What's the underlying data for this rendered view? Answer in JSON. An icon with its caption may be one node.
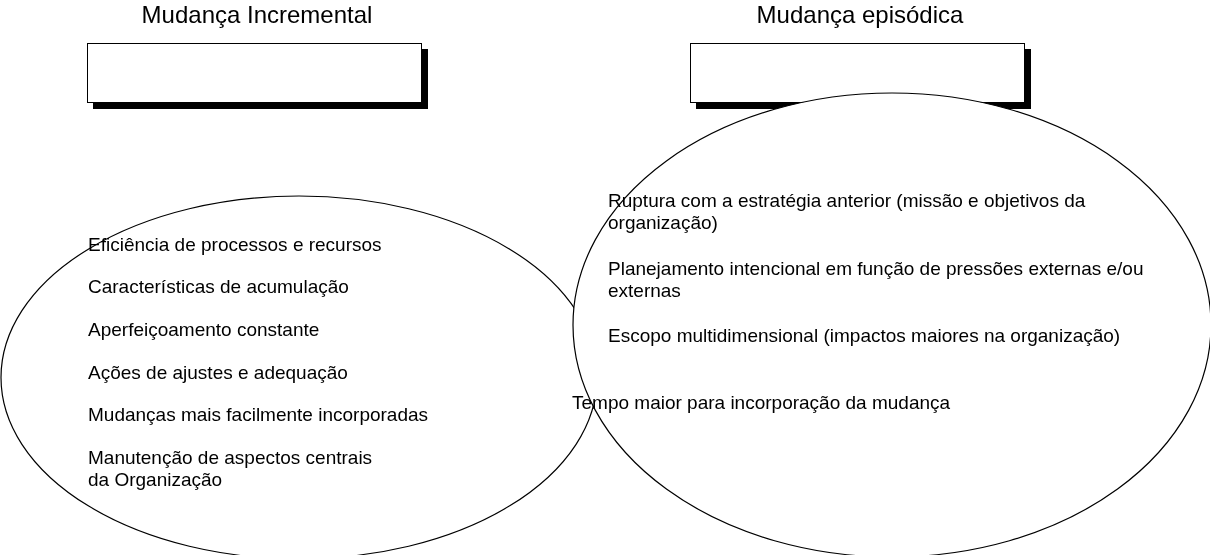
{
  "diagram": {
    "nodes": [
      {
        "text": [
          "Mudança Incremental"
        ]
      },
      {
        "text": [
          "Eficiência de processos e recursos",
          "Características de acumulação",
          "Aperfeiçoamento constante",
          "Ações de ajustes e adequação",
          "Mudanças mais facilmente incorporadas",
          "Manutenção de aspectos centrais da Organização"
        ]
      },
      {
        "text": [
          "Mudança episódica"
        ]
      },
      {
        "text": [
          "Ruptura com a estratégia anterior (missão e objetivos da organização)",
          "Planejamento intencional em função de pressões externas e/ou externas",
          "Escopo multidimensional (impactos maiores na organização)",
          "Tempo maior para incorporação da mudança"
        ]
      }
    ],
    "edges": []
  }
}
